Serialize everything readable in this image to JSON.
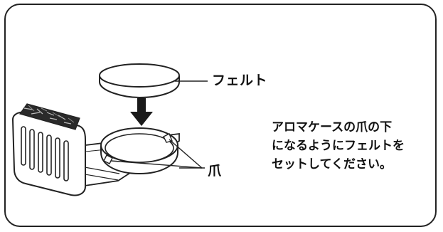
{
  "labels": {
    "felt": "フェルト",
    "claw": "爪"
  },
  "instruction": {
    "lines": [
      "アロマケースの爪の下",
      "になるようにフェルトを",
      "セットしてください。"
    ]
  },
  "colors": {
    "line": "#222222",
    "arrow": "#1a1a1a",
    "background": "#ffffff"
  },
  "icons": {
    "arrow": "arrow-down-icon"
  }
}
